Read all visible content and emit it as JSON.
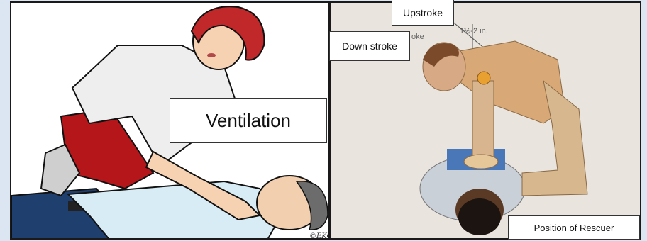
{
  "labels": {
    "ventilation": "Ventilation",
    "upstroke": "Upstroke",
    "down_stroke": "Down stroke",
    "position_of_rescuer": "Position of Rescuer"
  },
  "illustration_text": {
    "credit": "©EKC",
    "measurement": "1½-2 in.",
    "fragment": "oke"
  },
  "colors": {
    "page_background": "#dce6f2",
    "border": "#1a1a1a",
    "rescuer_hair_left": "#c0282a",
    "rescuer_pants_left": "#b5161a",
    "patient_pants_left": "#1f3f6e",
    "photo_background": "#e9e4dd"
  }
}
